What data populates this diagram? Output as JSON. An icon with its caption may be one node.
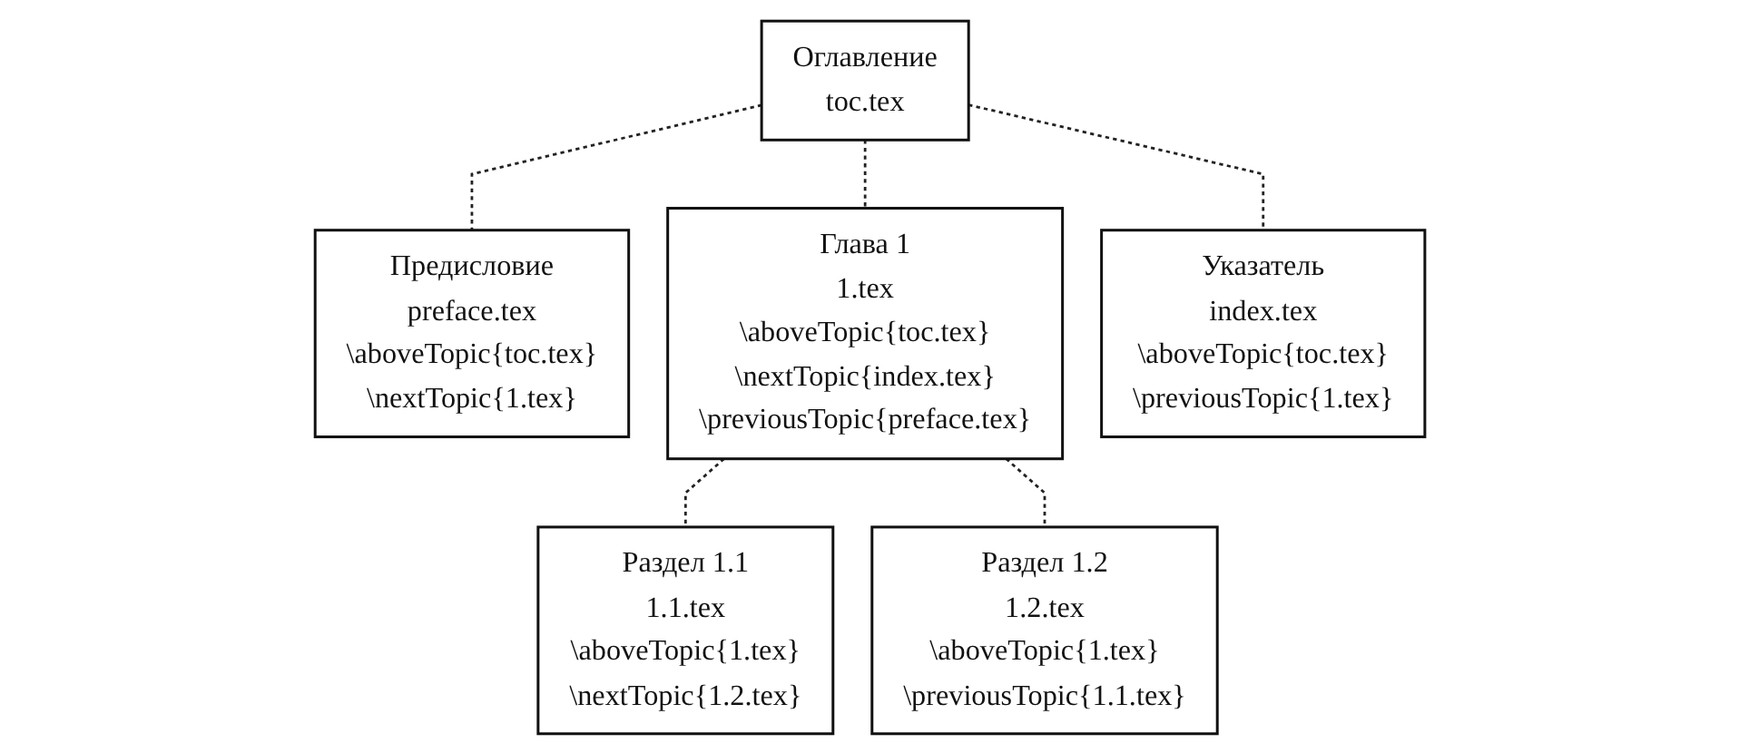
{
  "diagram": {
    "nodes": [
      {
        "text": [
          "Оглавление",
          "toc.tex"
        ]
      },
      {
        "text": [
          "Предисловие",
          "preface.tex",
          "\\aboveTopic{toc.tex}",
          "\\nextTopic{1.tex}"
        ]
      },
      {
        "text": [
          "Глава 1",
          "1.tex",
          "\\aboveTopic{toc.tex}",
          "\\nextTopic{index.tex}",
          "\\previousTopic{preface.tex}"
        ]
      },
      {
        "text": [
          "Указатель",
          "index.tex",
          "\\aboveTopic{toc.tex}",
          "\\previousTopic{1.tex}"
        ]
      },
      {
        "text": [
          "Раздел 1.1",
          "1.1.tex",
          "\\aboveTopic{1.tex}",
          "\\nextTopic{1.2.tex}"
        ]
      },
      {
        "text": [
          "Раздел 1.2",
          "1.2.tex",
          "\\aboveTopic{1.tex}",
          "\\previousTopic{1.1.tex}"
        ]
      }
    ],
    "edges": [
      {
        "from": 0,
        "to": 1,
        "arrow": "none",
        "style": "dashed"
      },
      {
        "from": 0,
        "to": 2,
        "arrow": "none",
        "style": "dashed"
      },
      {
        "from": 0,
        "to": 3,
        "arrow": "none",
        "style": "dashed"
      },
      {
        "from": 2,
        "to": 4,
        "arrow": "none",
        "style": "dashed"
      },
      {
        "from": 2,
        "to": 5,
        "arrow": "none",
        "style": "dashed"
      }
    ]
  }
}
